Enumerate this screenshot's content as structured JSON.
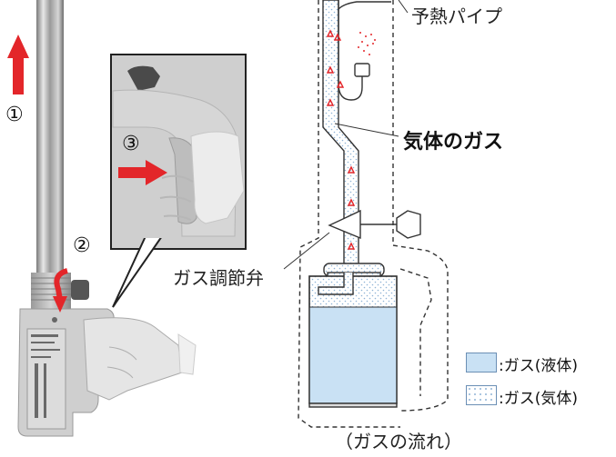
{
  "steps": {
    "s1": "①",
    "s2": "②",
    "s3": "③"
  },
  "labels": {
    "preheat_pipe": "予熱パイプ",
    "gas_vapor": "気体のガス",
    "gas_valve": "ガス調節弁",
    "flow_caption": "（ガスの流れ）"
  },
  "legend": {
    "liquid": ":ガス(液体)",
    "vapor": ":ガス(気体)"
  },
  "colors": {
    "arrow_red": "#e3262a",
    "liquid_blue": "#c9e1f4",
    "vapor_dots": "#8fb3d6",
    "outline": "#333333"
  }
}
